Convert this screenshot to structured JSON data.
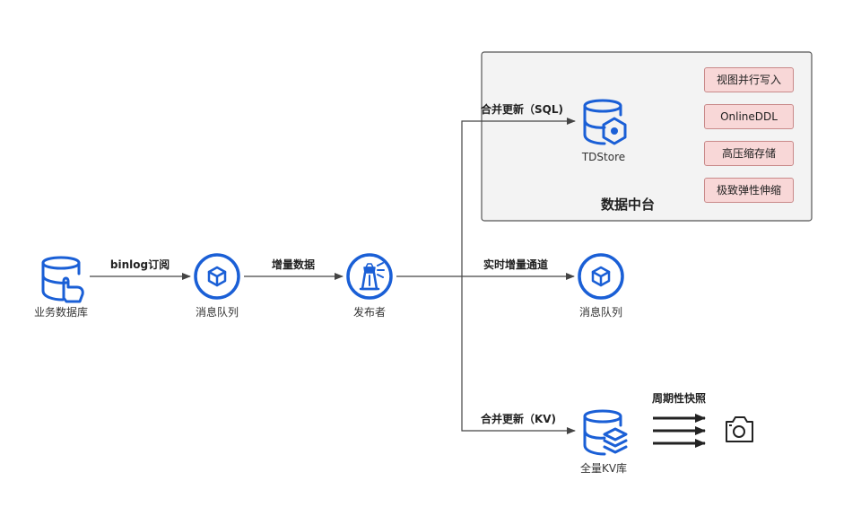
{
  "nodes": {
    "business_db": "业务数据库",
    "mq_1": "消息队列",
    "publisher": "发布者",
    "tdstore": "TDStore",
    "mq_2": "消息队列",
    "kv_store": "全量KV库"
  },
  "edges": {
    "binlog": "binlog订阅",
    "incremental": "增量数据",
    "merge_sql": "合并更新（SQL)",
    "realtime": "实时增量通道",
    "merge_kv": "合并更新（KV)",
    "snapshot": "周期性快照"
  },
  "panel": {
    "title": "数据中台",
    "features": [
      "视图并行写入",
      "OnlineDDL",
      "高压缩存储",
      "极致弹性伸缩"
    ]
  },
  "colors": {
    "icon_blue": "#1a5fd6",
    "panel_bg": "#f3f3f3",
    "feature_bg": "#f8d7d7",
    "feature_border": "#c98a8a",
    "line": "#555555"
  }
}
